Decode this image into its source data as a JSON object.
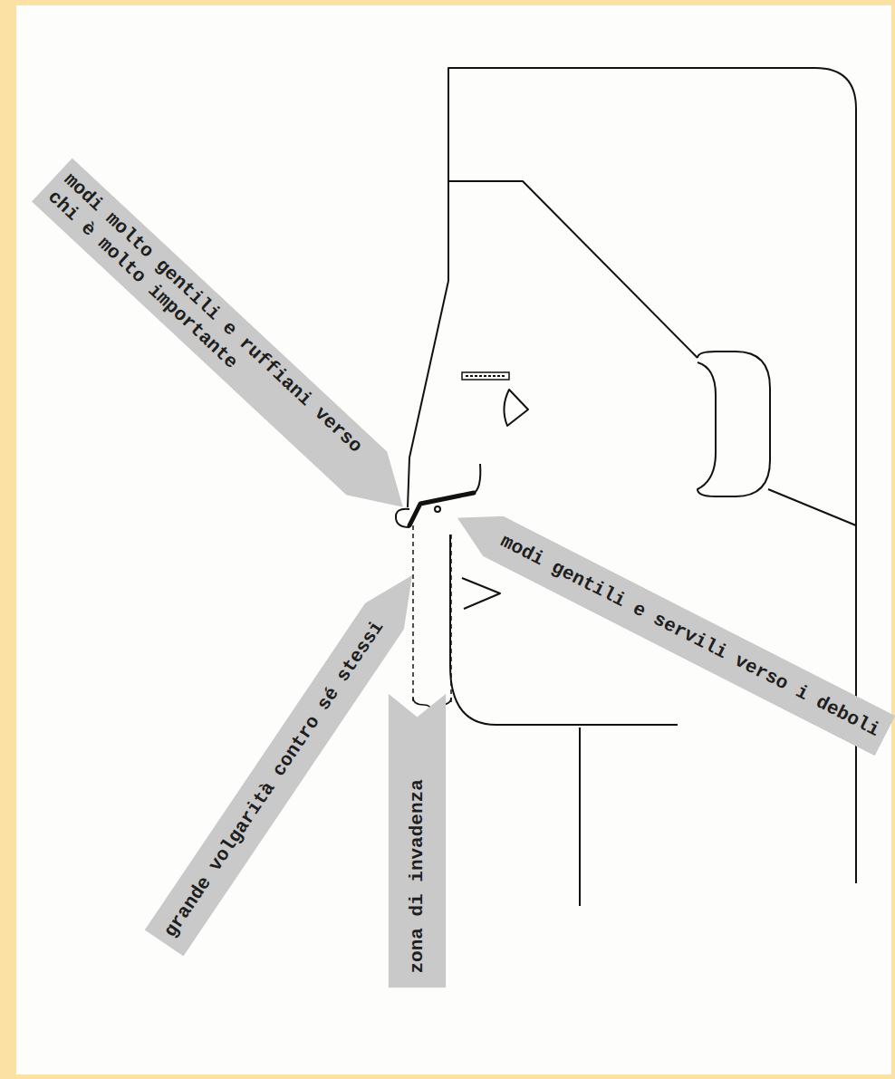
{
  "diagram": {
    "nodes": [
      {
        "text": [
          "modi molto gentili e ruffiani verso chi è molto importante"
        ]
      },
      {
        "text": [
          "modi gentili e servili verso i deboli"
        ]
      },
      {
        "text": [
          "grande volgarità contro sé stessi"
        ]
      },
      {
        "text": [
          "zona di invadenza"
        ]
      }
    ]
  }
}
